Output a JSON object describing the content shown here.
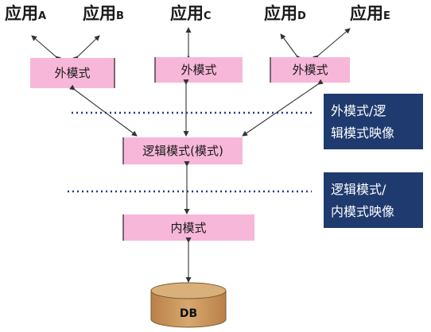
{
  "applications": [
    {
      "main": "应用",
      "suffix": "A"
    },
    {
      "main": "应用",
      "suffix": "B"
    },
    {
      "main": "应用",
      "suffix": "C"
    },
    {
      "main": "应用",
      "suffix": "D"
    },
    {
      "main": "应用",
      "suffix": "E"
    }
  ],
  "external_schemas": [
    "外模式",
    "外模式",
    "外模式"
  ],
  "logical_schema": "逻辑模式(模式)",
  "internal_schema": "内模式",
  "database": "DB",
  "mappings": [
    {
      "line1": "外模式/逻",
      "line2": "辑模式映像"
    },
    {
      "line1": "逻辑模式/",
      "line2": "内模式映像"
    }
  ],
  "colors": {
    "box_fill": "#f7b7d9",
    "mapping_box": "#1e3a6e",
    "dotted_line": "#1f3a8a",
    "db_fill": "#c8975f"
  }
}
